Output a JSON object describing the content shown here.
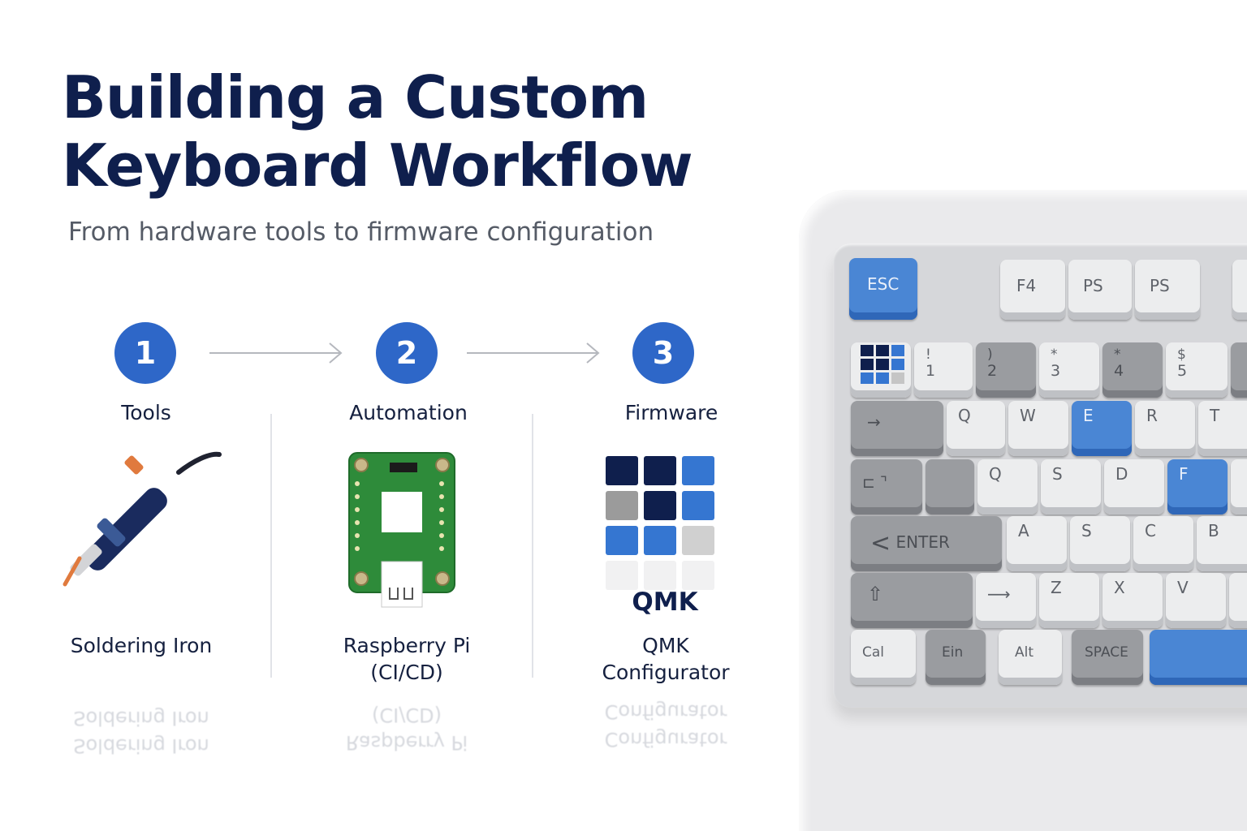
{
  "header": {
    "title_line1": "Building a Custom",
    "title_line2": "Keyboard Workflow",
    "subtitle": "From hardware tools to firmware configuration"
  },
  "steps": [
    {
      "number": "1",
      "label": "Tools",
      "item_line1": "Soldering Iron",
      "item_line2": ""
    },
    {
      "number": "2",
      "label": "Automation",
      "item_line1": "Raspberry Pi",
      "item_line2": "(CI/CD)"
    },
    {
      "number": "3",
      "label": "Firmware",
      "item_line1": "QMK",
      "item_line2": "Configurator"
    }
  ],
  "qmk_logo_text": "QMK",
  "colors": {
    "navy": "#0f1f4d",
    "accent_blue": "#2e67c8",
    "key_blue": "#4a86d4",
    "pcb_green": "#2e8b3a"
  },
  "keyboard": {
    "fn_row": [
      "ESC",
      "F4",
      "PS",
      "PS"
    ],
    "number_row": [
      {
        "top": "!",
        "bot": "1"
      },
      {
        "top": ")",
        "bot": "2"
      },
      {
        "top": "*",
        "bot": "3"
      },
      {
        "top": "*",
        "bot": "4"
      },
      {
        "top": "$",
        "bot": "5"
      }
    ],
    "row_q": [
      "→",
      "Q",
      "W",
      "E",
      "R",
      "T"
    ],
    "row_a": [
      "Q",
      "S",
      "D",
      "F"
    ],
    "row_enter": [
      "ENTER",
      "A",
      "S",
      "C",
      "B"
    ],
    "row_z": [
      "Z",
      "X",
      "V"
    ],
    "bottom_row": [
      "Cal",
      "Ein",
      "Alt",
      "SPACE"
    ]
  }
}
